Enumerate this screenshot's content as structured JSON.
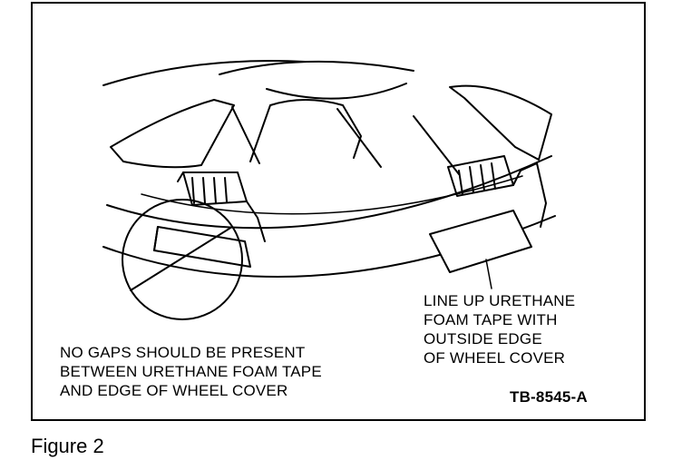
{
  "figure": {
    "left_note": [
      "NO GAPS SHOULD BE PRESENT",
      "BETWEEN URETHANE FOAM TAPE",
      "AND EDGE OF WHEEL COVER"
    ],
    "right_note": [
      "LINE UP URETHANE",
      "FOAM TAPE WITH",
      "OUTSIDE EDGE",
      "OF WHEEL COVER"
    ],
    "reference_code": "TB-8545-A"
  },
  "caption": "Figure 2"
}
